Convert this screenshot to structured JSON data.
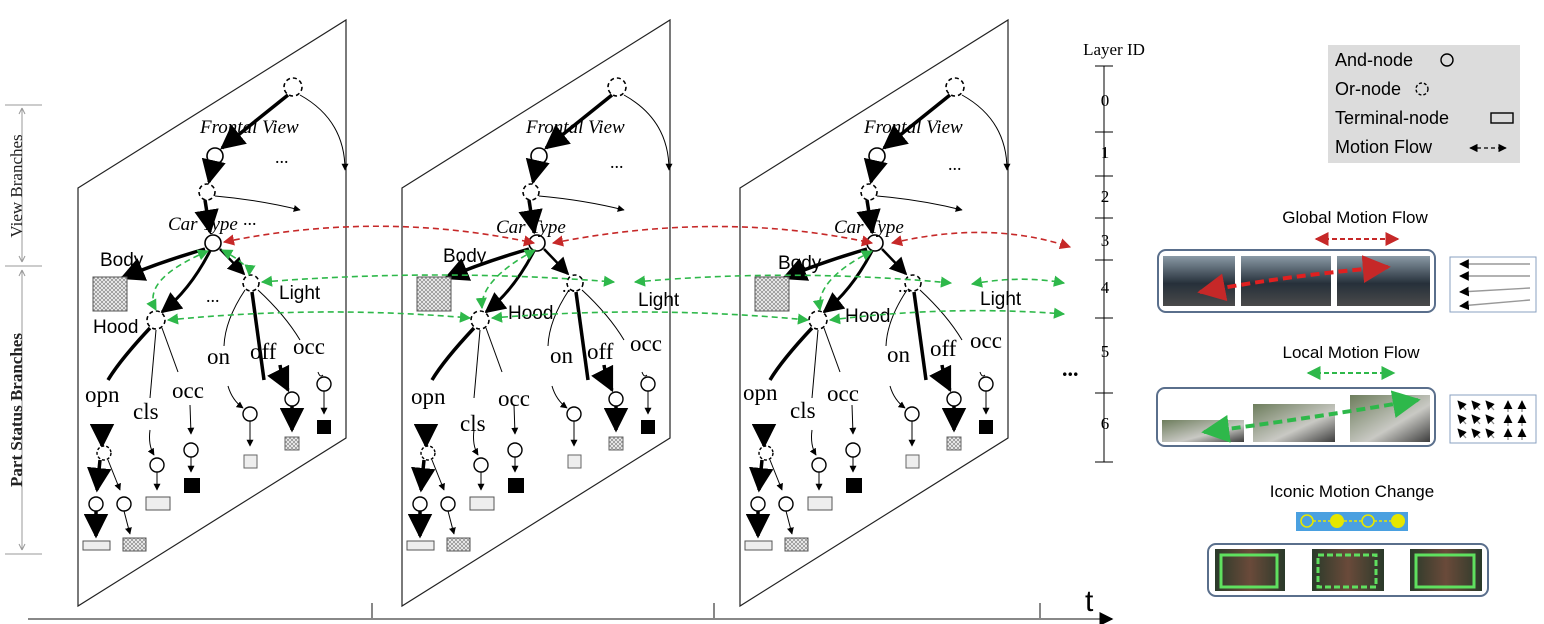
{
  "side_labels": {
    "view_branches": "View Branches",
    "part_status_branches": "Part Status Branches"
  },
  "layer_axis": {
    "title": "Layer ID",
    "ids": [
      "0",
      "1",
      "2",
      "3",
      "4",
      "5",
      "6"
    ]
  },
  "frame_labels": {
    "frontal_view": "Frontal View",
    "car_type": "Car Type",
    "dots": "...",
    "body": "Body",
    "light": "Light",
    "hood": "Hood",
    "on": "on",
    "off": "off",
    "occ": "occ",
    "opn": "opn",
    "cls": "cls"
  },
  "ellipsis": "...",
  "time_label": "t",
  "legend": {
    "and_node": "And-node",
    "or_node": "Or-node",
    "terminal_node": "Terminal-node",
    "motion_flow": "Motion Flow"
  },
  "panels": {
    "global_motion": "Global Motion Flow",
    "local_motion": "Local Motion Flow",
    "iconic_motion": "Iconic Motion Change"
  },
  "colors": {
    "global_flow": "#c62828",
    "local_flow": "#2eb84a",
    "legend_bg": "#dcdcdc",
    "panel_border": "#5a6f8c",
    "iconic_node": "#e6e600"
  }
}
